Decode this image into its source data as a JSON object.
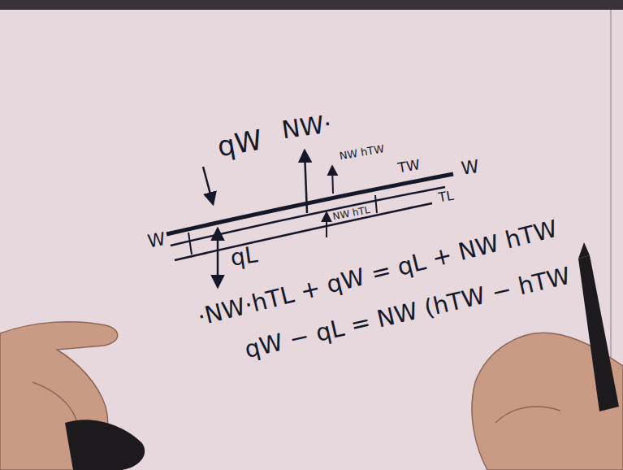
{
  "diagram": {
    "labels": [
      "qW",
      "NW·",
      "NW hTW",
      "TW",
      "W",
      "W",
      "TL",
      "NW hTL",
      "qL",
      "·NW·hTL + qW = qL + NW hTW",
      "qW − qL = NW (hTW − hTW"
    ]
  }
}
